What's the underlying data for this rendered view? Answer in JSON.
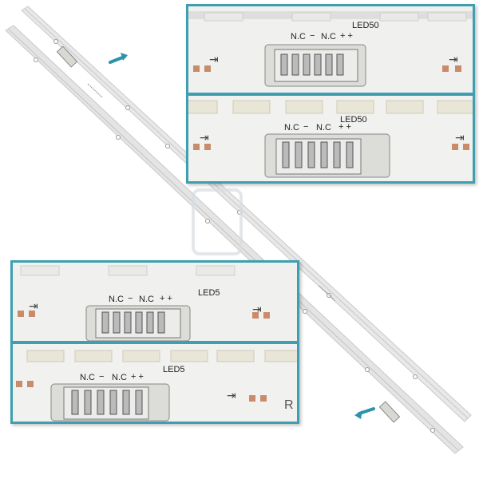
{
  "colors": {
    "frame": "#3f9fb0",
    "arrow": "#2d93a8",
    "strip": "#eeeeee",
    "connector": "#e6e6e2",
    "pad": "#c98b6a",
    "led": "#e9e6d8"
  },
  "icons": {
    "arrow": "teal-arrow-icon",
    "diode": "diode-symbol-icon"
  },
  "top_view": {
    "panel_upper": {
      "label": "LED50",
      "pins": {
        "nc1": "N.C",
        "minus": "−",
        "nc2": "N.C",
        "plus": "+ +"
      }
    },
    "panel_lower": {
      "label": "LED50",
      "pins": {
        "nc1": "N.C",
        "minus": "−",
        "nc2": "N.C",
        "plus": "+ +"
      }
    }
  },
  "bottom_view": {
    "panel_upper": {
      "label": "LED5",
      "pins": {
        "nc1": "N.C",
        "minus": "−",
        "nc2": "N.C",
        "plus": "+ +"
      }
    },
    "panel_lower": {
      "label": "LED5",
      "pins": {
        "nc1": "N.C",
        "minus": "−",
        "nc2": "N.C",
        "plus": "+ +"
      },
      "edge_mark": "R"
    }
  }
}
